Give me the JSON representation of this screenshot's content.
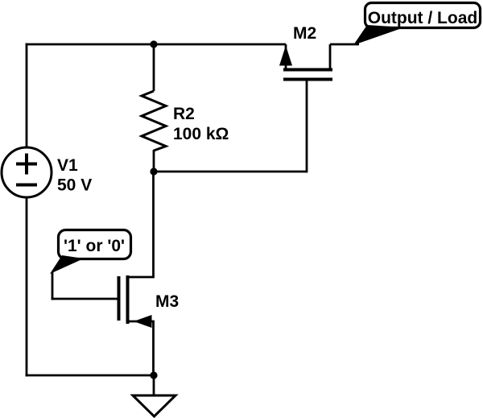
{
  "diagram": {
    "kind": "circuit-schematic",
    "background_color": "#ffffff",
    "line_color": "#000000",
    "components": {
      "v1": {
        "ref": "V1",
        "value": "50 V",
        "kind": "dc-voltage-source",
        "polarity_plus": "+",
        "polarity_minus": "−"
      },
      "r2": {
        "ref": "R2",
        "value": "100 kΩ",
        "kind": "resistor"
      },
      "m2": {
        "ref": "M2",
        "kind": "p-channel-mosfet"
      },
      "m3": {
        "ref": "M3",
        "kind": "n-channel-mosfet"
      },
      "gnd": {
        "kind": "ground"
      }
    },
    "callouts": {
      "output": {
        "text": "Output / Load"
      },
      "input": {
        "text": "'1' or '0'"
      }
    }
  }
}
